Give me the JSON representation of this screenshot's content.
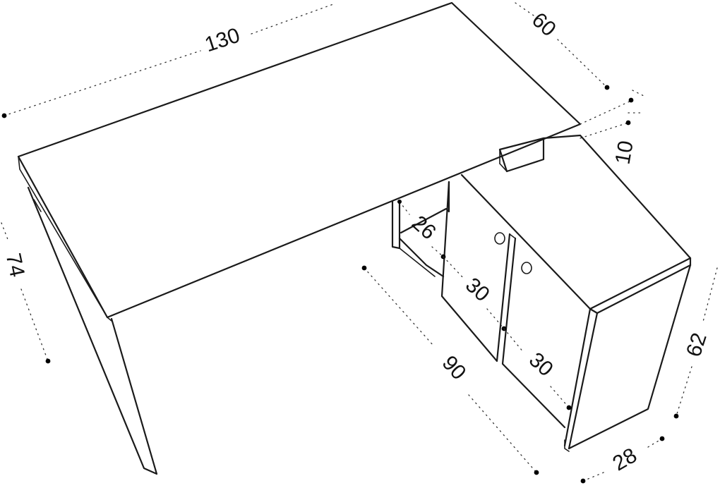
{
  "dimensions": {
    "width": "130",
    "depth": "60",
    "drawer_height": "10",
    "height": "74",
    "shelf_width": "26",
    "door_left": "30",
    "door_right": "30",
    "cabinet_length": "90",
    "cabinet_height": "62",
    "cabinet_depth": "28"
  },
  "colors": {
    "line": "#1a1a1a",
    "background": "#ffffff"
  }
}
